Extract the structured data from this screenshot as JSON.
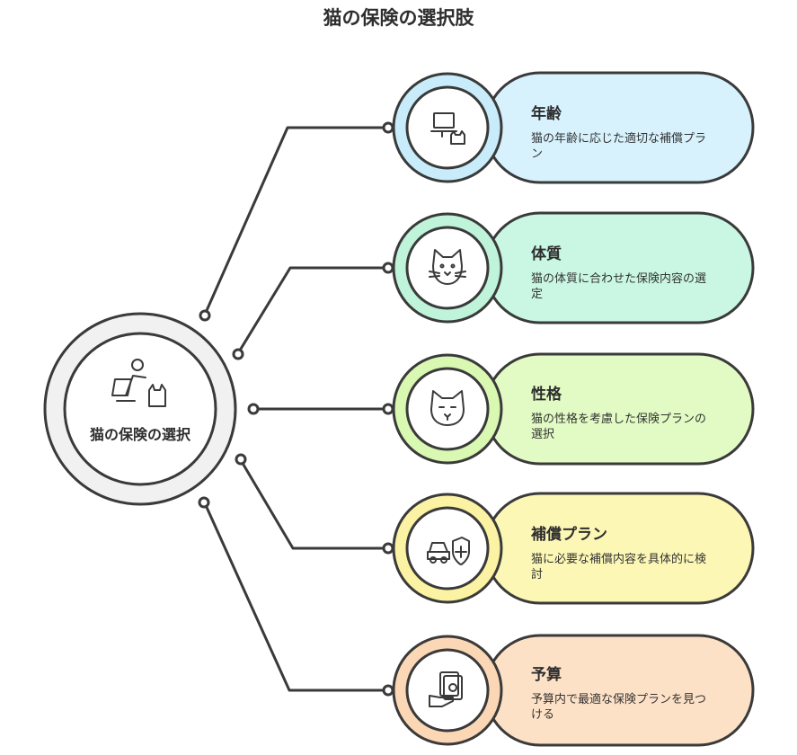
{
  "title": "猫の保険の選択肢",
  "center": {
    "label": "猫の保険の選択",
    "icon": "person-laptop-cat-icon"
  },
  "branches": [
    {
      "title": "年齢",
      "desc": "猫の年齢に応じた適切な補償プラン",
      "icon": "laptop-cat-icon",
      "fill": "#d7f2fd",
      "ring": "#c9ecfb"
    },
    {
      "title": "体質",
      "desc": "猫の体質に合わせた保険内容の選定",
      "icon": "cat-face-icon",
      "fill": "#c9f7e3",
      "ring": "#bff3da"
    },
    {
      "title": "性格",
      "desc": "猫の性格を考慮した保険プランの選択",
      "icon": "cat-head-icon",
      "fill": "#e2fbc4",
      "ring": "#d9f8b2"
    },
    {
      "title": "補償プラン",
      "desc": "猫に必要な補償内容を具体的に検討",
      "icon": "car-shield-icon",
      "fill": "#fdf7b6",
      "ring": "#fbf2a3"
    },
    {
      "title": "予算",
      "desc": "予算内で最適な保険プランを見つける",
      "icon": "money-hand-icon",
      "fill": "#fde1c6",
      "ring": "#fbd7b6"
    }
  ]
}
